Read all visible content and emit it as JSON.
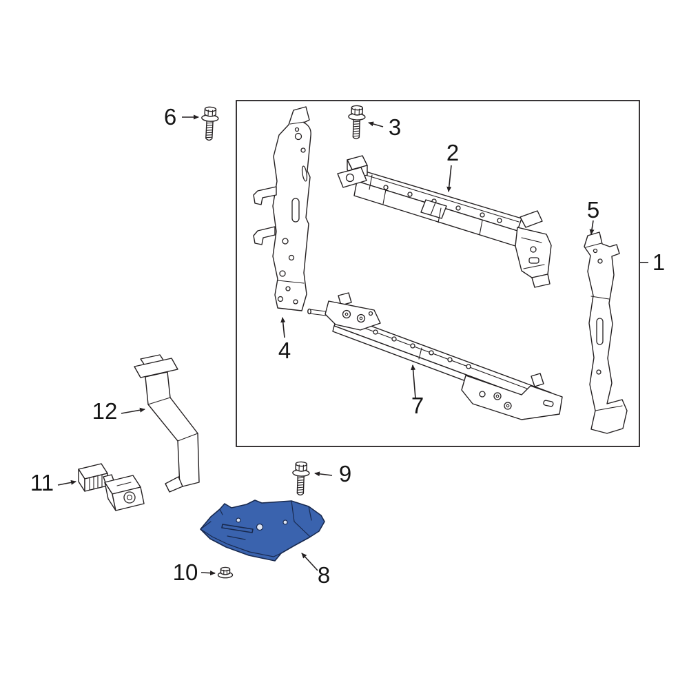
{
  "page": {
    "background_color": "#ffffff"
  },
  "diagram": {
    "line_color": "#231f20",
    "highlight_color": "#3a63ae",
    "labels": {
      "l1": "1",
      "l2": "2",
      "l3": "3",
      "l4": "4",
      "l5": "5",
      "l6": "6",
      "l7": "7",
      "l8": "8",
      "l9": "9",
      "l10": "10",
      "l11": "11",
      "l12": "12"
    }
  }
}
